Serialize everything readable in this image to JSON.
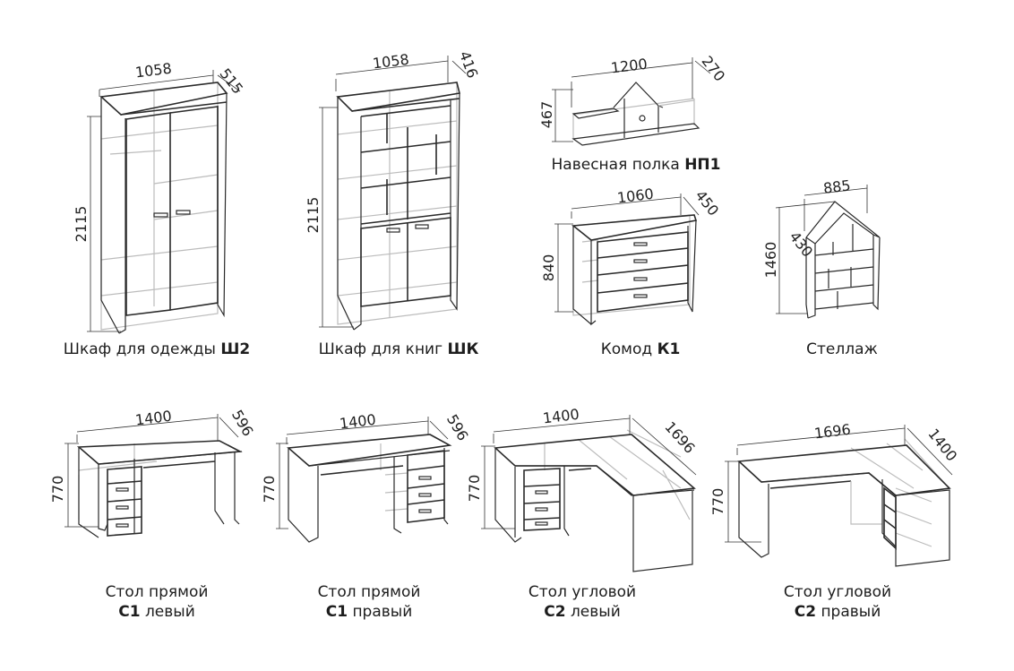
{
  "items": [
    {
      "id": "sh2",
      "name": "Шкаф для одежды",
      "code": "Ш2",
      "dims": {
        "width": "1058",
        "depth": "515",
        "height": "2115"
      }
    },
    {
      "id": "shk",
      "name": "Шкаф для книг",
      "code": "ШК",
      "dims": {
        "width": "1058",
        "depth": "416",
        "height": "2115"
      }
    },
    {
      "id": "np1",
      "name": "Навесная полка",
      "code": "НП1",
      "dims": {
        "width": "1200",
        "depth": "270",
        "height": "467"
      }
    },
    {
      "id": "k1",
      "name": "Комод",
      "code": "К1",
      "dims": {
        "width": "1060",
        "depth": "450",
        "height": "840"
      }
    },
    {
      "id": "stellazh",
      "name": "Стеллаж",
      "code": "",
      "dims": {
        "width": "885",
        "depth": "430",
        "height": "1460"
      }
    },
    {
      "id": "c1l",
      "name": "Стол прямой",
      "code": "С1",
      "variant": "левый",
      "dims": {
        "width": "1400",
        "depth": "596",
        "height": "770"
      }
    },
    {
      "id": "c1r",
      "name": "Стол прямой",
      "code": "С1",
      "variant": "правый",
      "dims": {
        "width": "1400",
        "depth": "596",
        "height": "770"
      }
    },
    {
      "id": "c2l",
      "name": "Стол угловой",
      "code": "С2",
      "variant": "левый",
      "dims": {
        "width": "1400",
        "depth": "1696",
        "height": "770"
      }
    },
    {
      "id": "c2r",
      "name": "Стол угловой",
      "code": "С2",
      "variant": "правый",
      "dims": {
        "width": "1696",
        "depth": "1400",
        "height": "770"
      }
    }
  ],
  "colors": {
    "line": "#2a2a2a",
    "hidden_line": "#bcbcbc",
    "background": "#ffffff"
  }
}
